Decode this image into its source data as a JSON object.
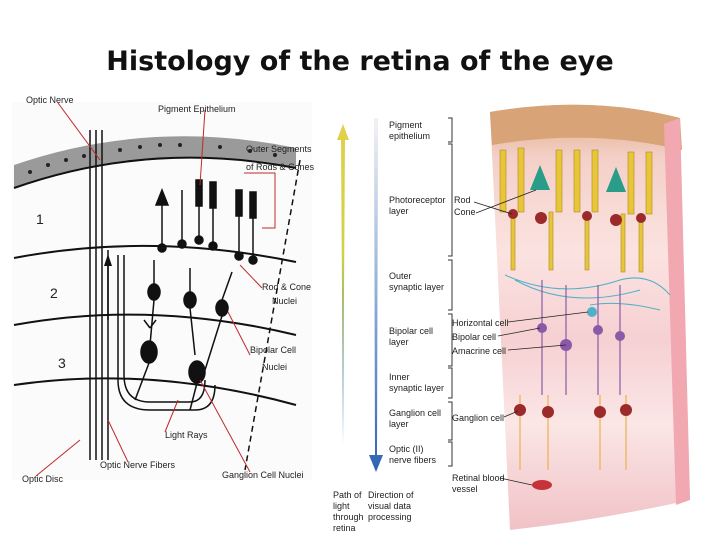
{
  "title": "Histology of the retina of the eye",
  "left_diagram": {
    "labels": {
      "optic_nerve": "Optic Nerve",
      "pigment_epithelium": "Pigment Epithelium",
      "outer_segments": [
        "Outer Segments",
        "of Rods & Cones"
      ],
      "rod_cone_nuclei": [
        "Rod & Cone",
        "Nuclei"
      ],
      "bipolar_cell_nuclei": [
        "Bipolar Cell",
        "Nuclei"
      ],
      "light_rays": "Light Rays",
      "optic_disc": "Optic Disc",
      "optic_nerve_fibers": "Optic Nerve Fibers",
      "ganglion_cell_nuclei": "Ganglion Cell Nuclei"
    },
    "layer_numbers": [
      "1",
      "2",
      "3"
    ]
  },
  "right_diagram": {
    "layer_labels": {
      "pigment_epithelium": [
        "Pigment",
        "epithelium"
      ],
      "photoreceptor_layer": [
        "Photoreceptor",
        "layer"
      ],
      "outer_synaptic_layer": [
        "Outer",
        "synaptic layer"
      ],
      "bipolar_cell_layer": [
        "Bipolar cell",
        "layer"
      ],
      "inner_synaptic_layer": [
        "Inner",
        "synaptic layer"
      ],
      "ganglion_cell_layer": [
        "Ganglion cell",
        "layer"
      ],
      "optic_nerve_fibers": [
        "Optic (II)",
        "nerve fibers"
      ]
    },
    "cell_labels": {
      "rod": "Rod",
      "cone": "Cone",
      "horizontal_cell": "Horizontal cell",
      "bipolar_cell": "Bipolar cell",
      "amacrine_cell": "Amacrine cell",
      "ganglion_cell": "Ganglion cell",
      "retinal_blood_vessel": [
        "Retinal blood",
        "vessel"
      ]
    },
    "arrow_captions": {
      "path_of_light": [
        "Path of",
        "light",
        "through",
        "retina"
      ],
      "direction_of_data": [
        "Direction of",
        "visual data",
        "processing"
      ]
    }
  },
  "colors": {
    "photoreceptor_yellow": "#e8c53a",
    "nucleus_red": "#9c2a2a",
    "bipolar_purple": "#8a5aa8",
    "tissue_pink": "#f2c6c6",
    "light_arrow_yellow": "#d6c94a",
    "data_arrow_blue": "#4a7fc0"
  }
}
